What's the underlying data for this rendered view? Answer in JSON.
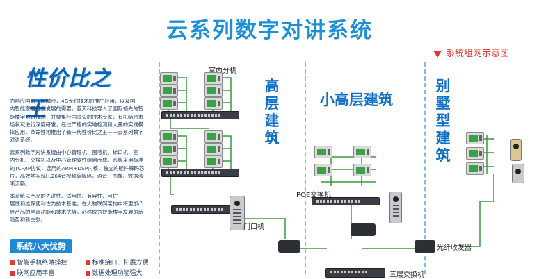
{
  "header": {
    "title": "云系列数字对讲系统"
  },
  "legend": {
    "label": "系统组网示意图"
  },
  "brand": {
    "logo_text": "性价比之王"
  },
  "description": {
    "paragraphs": [
      [
        "为响应国家三网融合，4G无线技术的推广应用，以及国",
        "内智能家居行业发展的需要，蓝天科技导入了国际领先的智",
        "能楼宇对讲技术，并聚集行内顶尖的技术专家，有机结合市",
        "场状况进行深度研发，经过严格的实地检测和大量的实践模",
        "拟应用，革命性地推出了新一代性价比之王——云系列数字",
        "对讲系统。"
      ],
      [
        "云系列数字对讲系统由中心管理机、围墙机、梯口机、室",
        "内分机、交换机以及中心管理软件组网而成。系统采用标准",
        "的TCP/IP协议，选用的ARM+DSP内核，独立的硬件解码芯",
        "片，高效地实现H.264音视频编解码，语音、图像、数据清",
        "晰流畅。"
      ],
      [
        "本系统以产品的先进性、适用性、兼容性、可扩",
        "展性和维保便利性为技术基准，在大物联网架构中将更加凸",
        "显产品的丰富功能和技术优势，必然成为智能楼宇发展的新",
        "趋势和新主张。"
      ]
    ]
  },
  "advantages": {
    "title": "系统八大优势",
    "items": [
      "智能手机终端操控",
      "标准接口、拓展方便",
      "联网应用丰富",
      "数据处理功能强大"
    ]
  },
  "sections": {
    "high_rise": "高层建筑",
    "mid_rise": "小高层建筑",
    "villa": "别墅型建筑"
  },
  "labels": {
    "indoor_unit": "室内分机",
    "poe_switch": "POE交换机",
    "door_unit": "门口机",
    "fiber_transceiver": "光纤收发器",
    "layer3_switch": "三层交换机"
  },
  "colors": {
    "title": "#1b8fd8",
    "section": "#0f70c9",
    "accent": "#e0372f",
    "line": "#3a9a3c"
  }
}
